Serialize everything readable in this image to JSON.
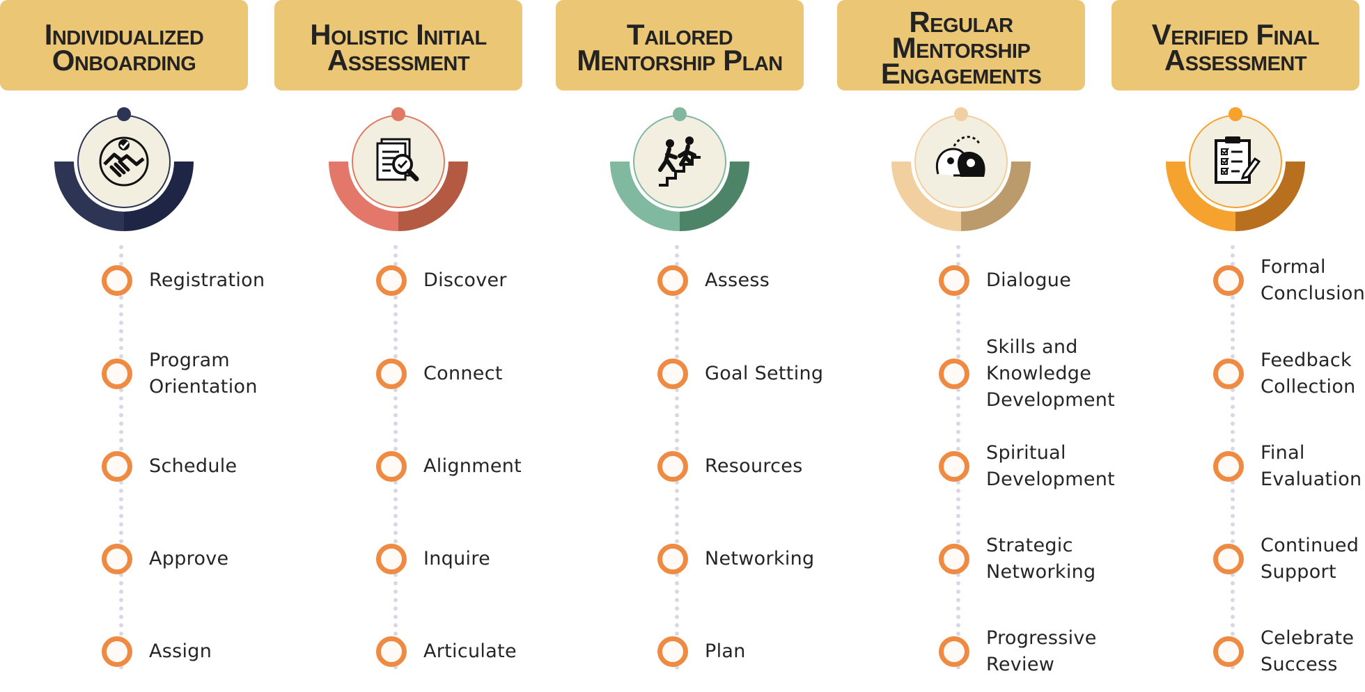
{
  "columns": [
    {
      "title": "Individualized Onboarding",
      "icon": "handshake-icon",
      "dot_color": "#2d3454",
      "arc_left_color": "#2d3454",
      "arc_right_color": "#1f2545",
      "steps": [
        "Registration",
        "Program\nOrientation",
        "Schedule",
        "Approve",
        "Assign"
      ]
    },
    {
      "title": "Holistic Initial Assessment",
      "icon": "document-search-icon",
      "dot_color": "#e07a65",
      "arc_left_color": "#e3786a",
      "arc_right_color": "#b45a43",
      "steps": [
        "Discover",
        "Connect",
        "Alignment",
        "Inquire",
        "Articulate"
      ]
    },
    {
      "title": "Tailored Mentorship Plan",
      "icon": "people-climbing-stairs-icon",
      "dot_color": "#81b79f",
      "arc_left_color": "#80b9a0",
      "arc_right_color": "#4d8468",
      "steps": [
        "Assess",
        "Goal Setting",
        "Resources",
        "Networking",
        "Plan"
      ]
    },
    {
      "title": "Regular Mentorship Engagements",
      "icon": "two-heads-dialogue-icon",
      "dot_color": "#f2cfa2",
      "arc_left_color": "#f2cf9f",
      "arc_right_color": "#bb9a6b",
      "steps": [
        "Dialogue",
        "Skills and\nKnowledge\nDevelopment",
        "Spiritual\nDevelopment",
        "Strategic\nNetworking",
        "Progressive\nReview"
      ]
    },
    {
      "title": "Verified Final Assessment",
      "icon": "clipboard-checklist-icon",
      "dot_color": "#f7a22d",
      "arc_left_color": "#f5a32e",
      "arc_right_color": "#b86f1e",
      "steps": [
        "Formal\nConclusion",
        "Feedback\nCollection",
        "Final\nEvaluation",
        "Continued\nSupport",
        "Celebrate\nSuccess"
      ]
    }
  ],
  "colors": {
    "header_bg": "#ebc675",
    "node_ring": "#ee8a42",
    "dotted_line": "#d7d7e6",
    "icon_disc": "#f3efe0"
  }
}
